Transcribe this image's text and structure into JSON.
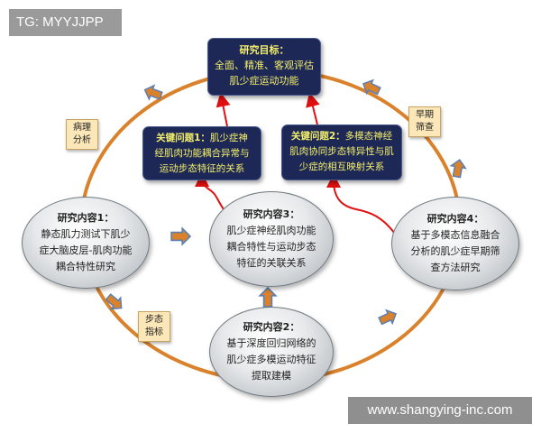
{
  "watermark_top": "TG: MYYJJPP",
  "watermark_bottom": "www.shangying-inc.com",
  "goal": {
    "title": "研究目标：",
    "line1": "全面、精准、客观评估",
    "line2": "肌少症运动功能"
  },
  "q1": {
    "title": "关键问题1：",
    "text1": "肌少症神",
    "line2": "经肌肉功能耦合异常与",
    "line3": "运动步态特征的关系"
  },
  "q2": {
    "title": "关键问题2：",
    "text1": "多模态神经",
    "line2": "肌肉协同步态特异性与肌",
    "line3": "少症的相互映射关系"
  },
  "c1": {
    "title": "研究内容1：",
    "line1": "静态肌力测试下肌少",
    "line2": "症大脑皮层-肌肉功能",
    "line3": "耦合特性研究"
  },
  "c2": {
    "title": "研究内容2：",
    "line1": "基于深度回归网络的",
    "line2": "肌少症多模运动特征",
    "line3": "提取建模"
  },
  "c3": {
    "title": "研究内容3：",
    "line1": "肌少症神经肌肉功能",
    "line2": "耦合特性与运动步态",
    "line3": "特征的关联关系"
  },
  "c4": {
    "title": "研究内容4：",
    "line1": "基于多模态信息融合",
    "line2": "分析的肌少症早期筛",
    "line3": "查方法研究"
  },
  "tags": {
    "pathology": [
      "病理",
      "分析"
    ],
    "screening": [
      "早期",
      "筛查"
    ],
    "gait": [
      "步态",
      "指标"
    ]
  },
  "colors": {
    "ring": "#d9822b",
    "navy": "#1d2856",
    "text_yellow": "#f4ef6a",
    "red_arrow": "#e01010"
  }
}
